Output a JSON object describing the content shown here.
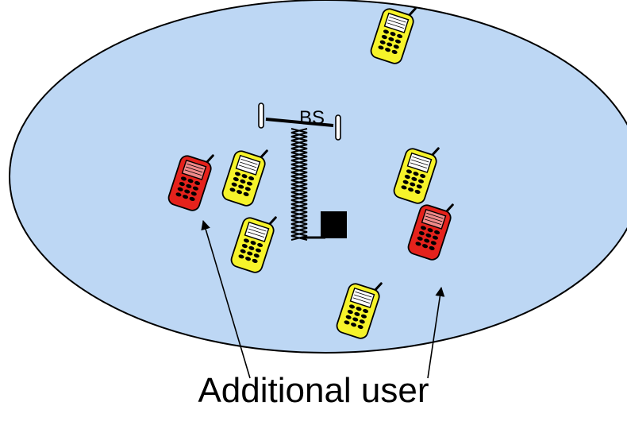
{
  "diagram": {
    "cell_fill": "#bdd7f4",
    "station_label": "BS",
    "caption": "Additional user",
    "phone_colors": {
      "existing": "#f6f32a",
      "additional": "#e5221c"
    },
    "phones": [
      {
        "name": "existing-user-phone-top",
        "kind": "existing"
      },
      {
        "name": "additional-user-phone-left",
        "kind": "additional"
      },
      {
        "name": "existing-user-phone-left",
        "kind": "existing"
      },
      {
        "name": "existing-user-phone-center",
        "kind": "existing"
      },
      {
        "name": "existing-user-phone-right",
        "kind": "existing"
      },
      {
        "name": "additional-user-phone-right",
        "kind": "additional"
      },
      {
        "name": "existing-user-phone-bottom",
        "kind": "existing"
      }
    ]
  }
}
